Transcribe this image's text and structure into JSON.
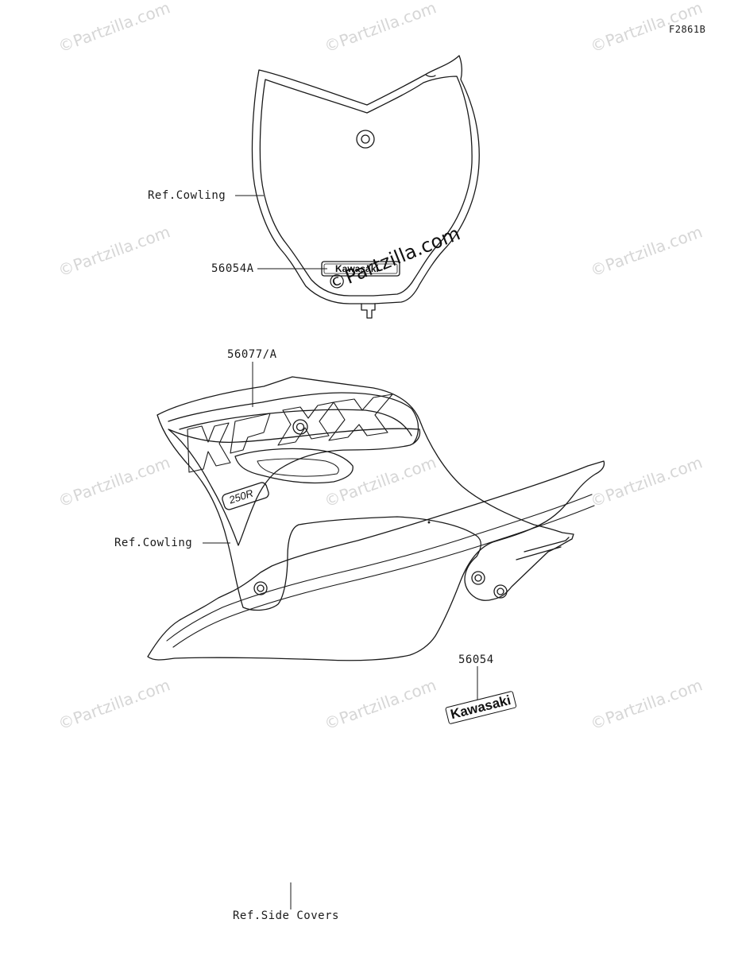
{
  "diagram": {
    "code": "F2861B",
    "labels": {
      "ref_cowling_top": "Ref.Cowling",
      "part_56054a": "56054A",
      "part_56077a": "56077/A",
      "ref_cowling_mid": "Ref.Cowling",
      "part_56054": "56054",
      "ref_side_covers": "Ref.Side Covers"
    },
    "decals": {
      "front_plate_brand": "Kawasaki",
      "shroud_model": "250R",
      "side_cover_brand": "Kawasaki"
    },
    "watermark": {
      "text": "©Partzilla.com",
      "center_text": "©Partzilla.com"
    }
  }
}
